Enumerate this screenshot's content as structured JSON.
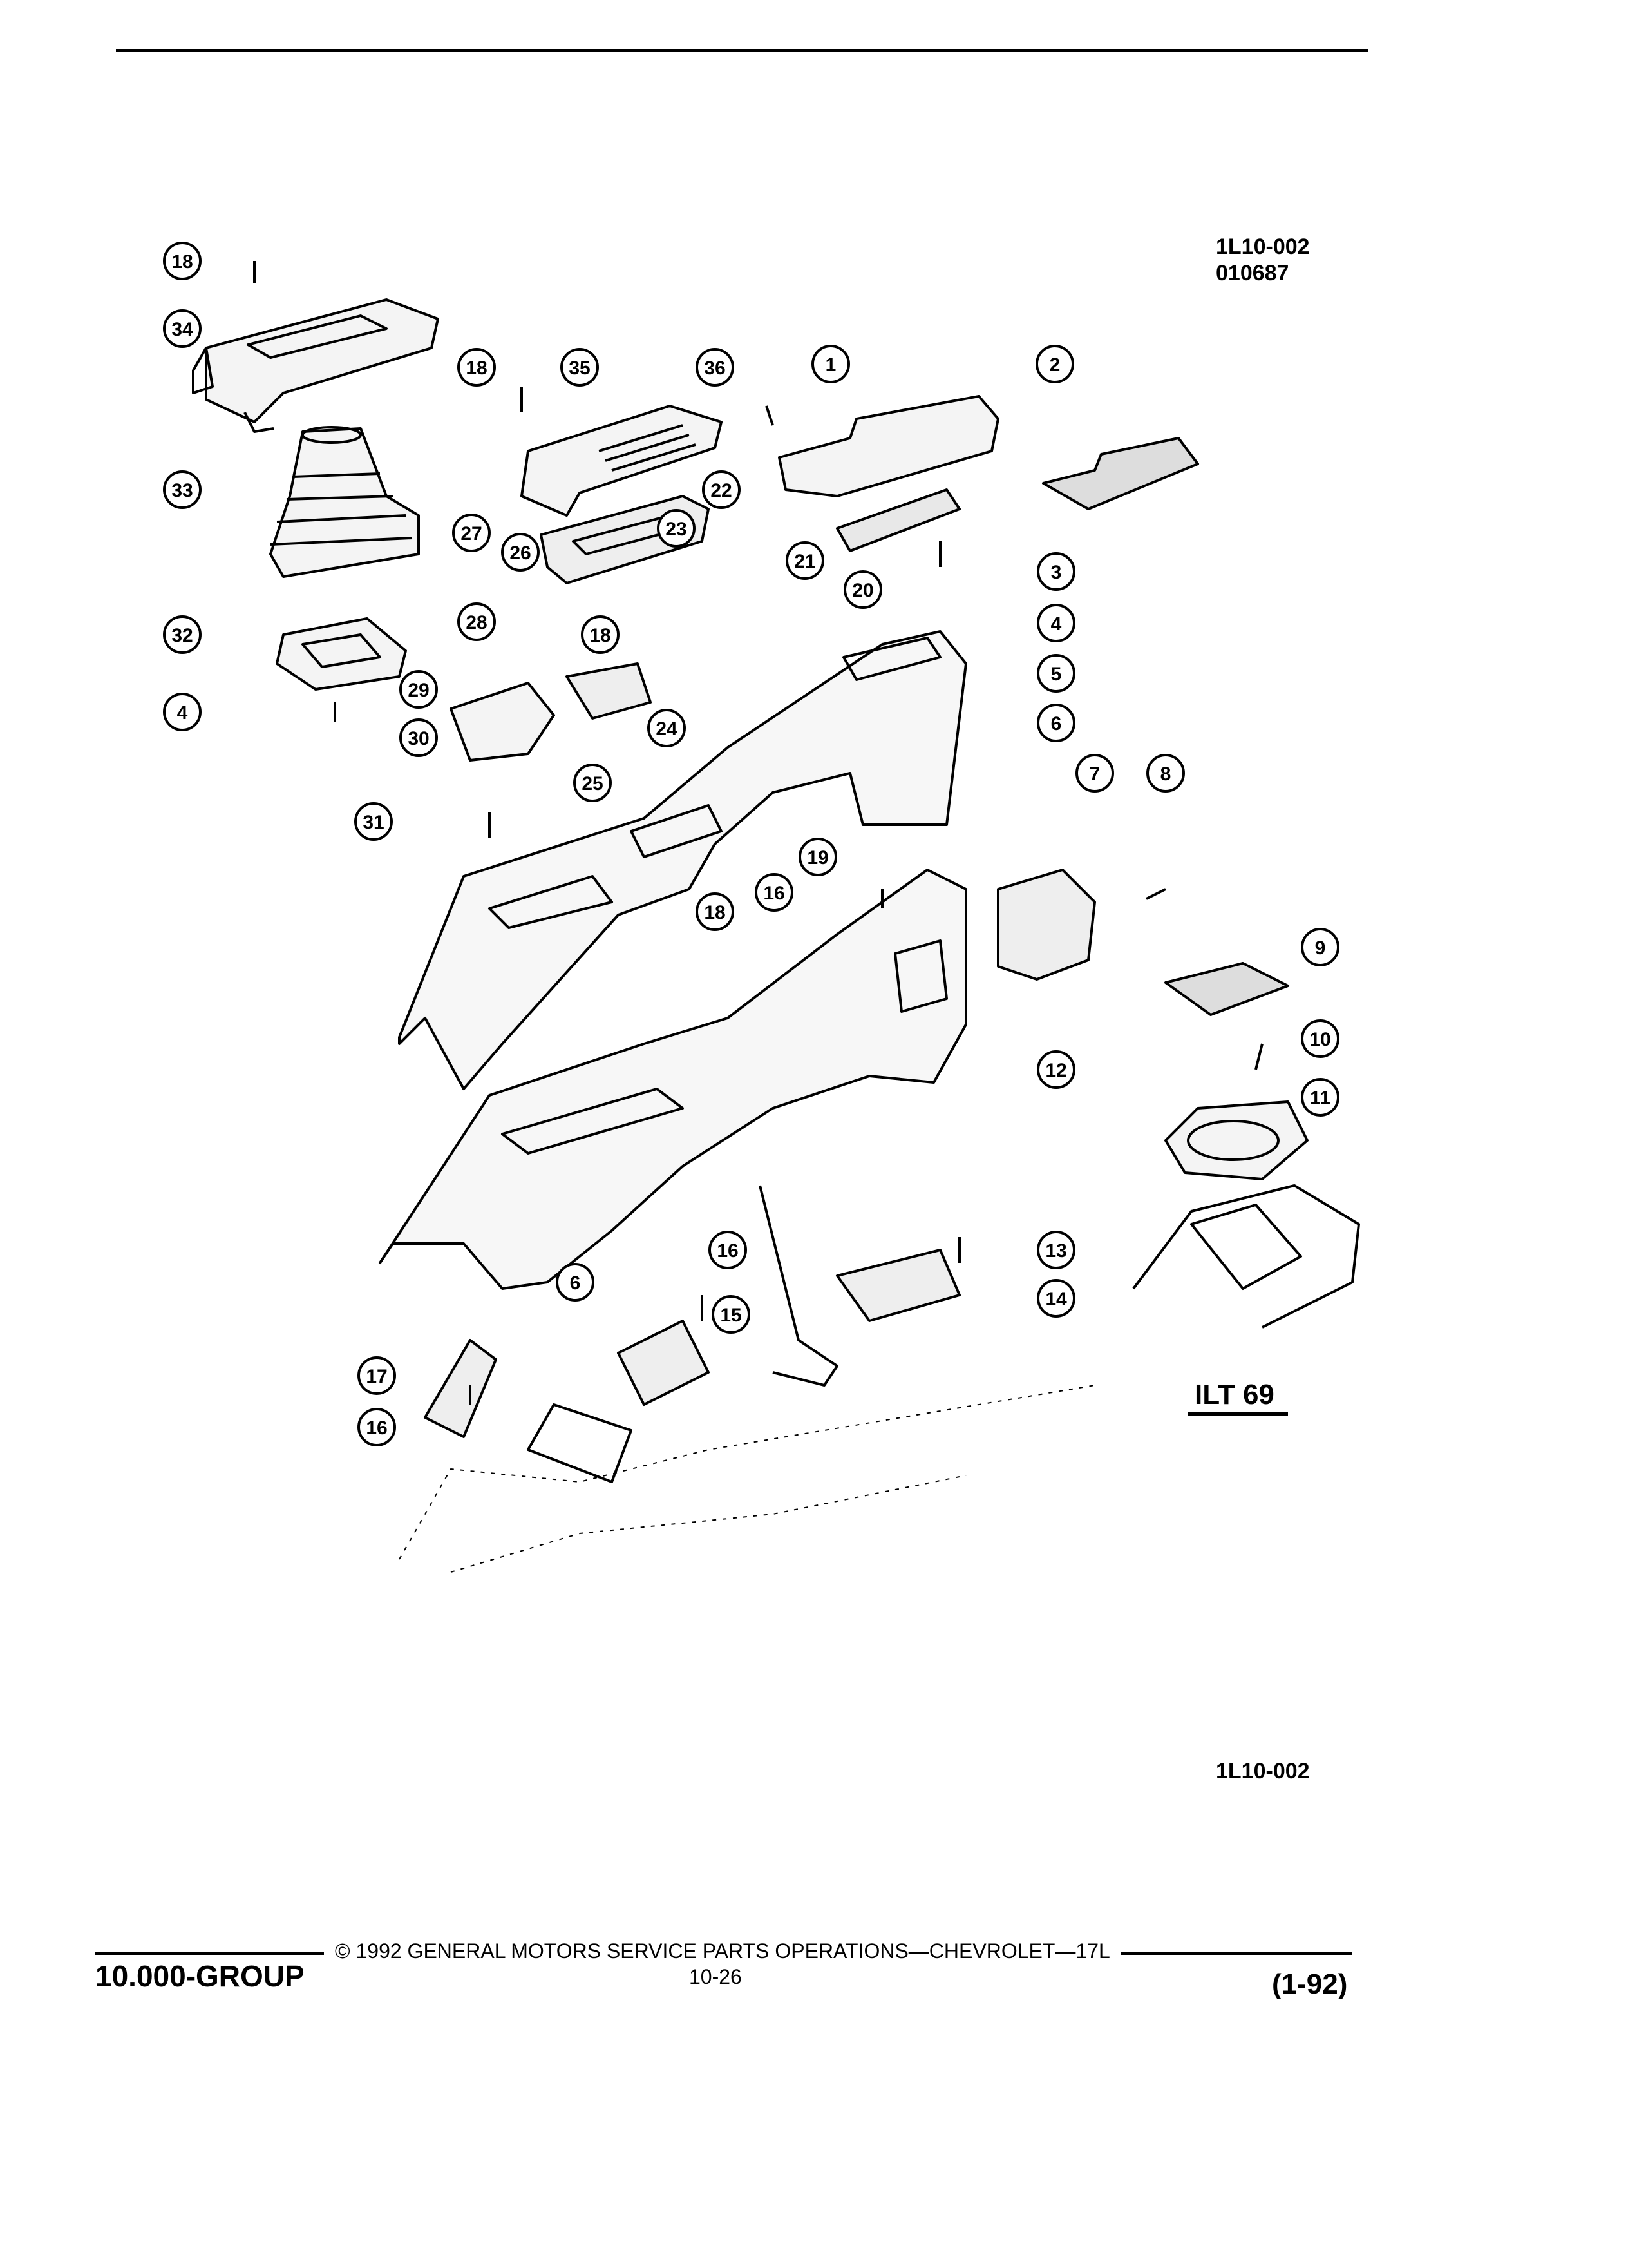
{
  "header": {
    "figure_code": "1L10-002",
    "figure_number": "010687"
  },
  "illustration": {
    "label": "ILT 69",
    "callouts": [
      "18",
      "34",
      "33",
      "32",
      "4",
      "18",
      "35",
      "36",
      "1",
      "2",
      "27",
      "26",
      "22",
      "23",
      "21",
      "20",
      "3",
      "4",
      "5",
      "28",
      "18",
      "29",
      "24",
      "30",
      "25",
      "6",
      "31",
      "19",
      "18",
      "16",
      "7",
      "8",
      "9",
      "10",
      "11",
      "12",
      "6",
      "16",
      "15",
      "13",
      "14",
      "17",
      "16"
    ]
  },
  "figure_code_bottom": "1L10-002",
  "footer": {
    "group": "10.000-GROUP",
    "copyright": "© 1992 GENERAL MOTORS SERVICE PARTS OPERATIONS—CHEVROLET—17L",
    "page": "10-26",
    "date": "(1-92)"
  }
}
